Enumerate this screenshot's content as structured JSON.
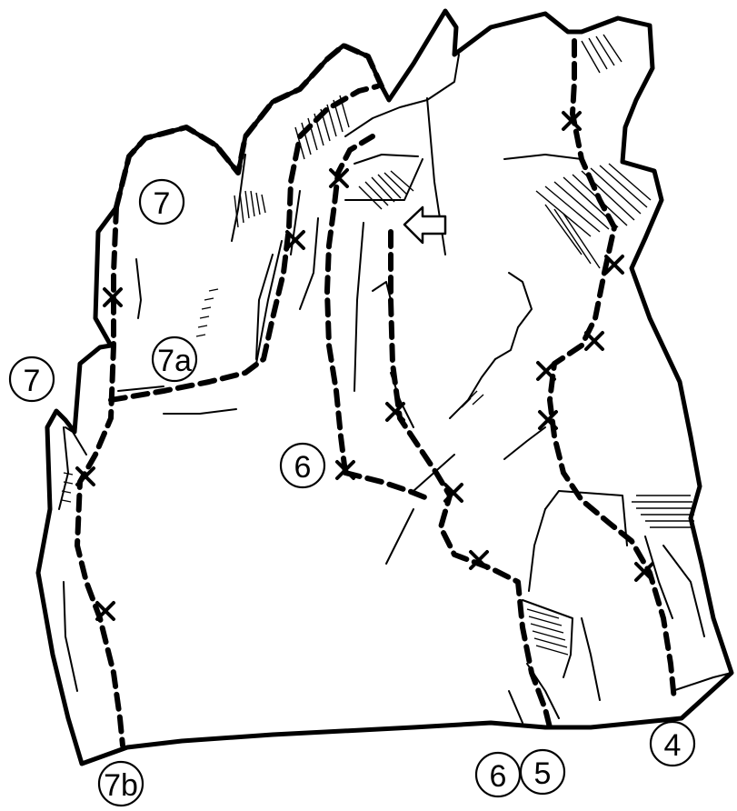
{
  "figure": {
    "type": "climbing-route-topo",
    "colors": {
      "ink": "#000000",
      "paper": "#ffffff"
    },
    "route_markers": [
      {
        "id": "m-7-top",
        "label": "7"
      },
      {
        "id": "m-7-left",
        "label": "7"
      },
      {
        "id": "m-7a",
        "label": "7a"
      },
      {
        "id": "m-6-mid",
        "label": "6"
      },
      {
        "id": "m-7b",
        "label": "7b"
      },
      {
        "id": "m-6-base",
        "label": "6"
      },
      {
        "id": "m-5-base",
        "label": "5"
      },
      {
        "id": "m-4-base",
        "label": "4"
      }
    ],
    "icons": [
      "arrow-left-icon"
    ]
  }
}
